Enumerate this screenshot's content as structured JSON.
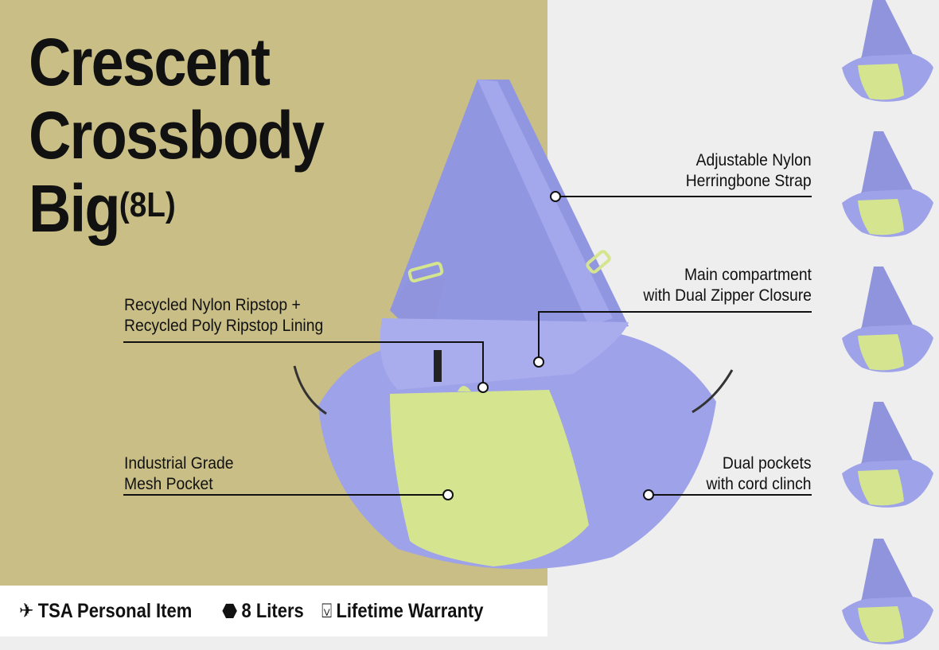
{
  "title": {
    "line1": "Crescent",
    "line2": "Crossbody",
    "line3": "Big",
    "capacity": "(8L)"
  },
  "callouts": {
    "strap": [
      "Adjustable Nylon",
      "Herringbone Strap"
    ],
    "material": [
      "Recycled Nylon Ripstop +",
      "Recycled Poly Ripstop Lining"
    ],
    "compartment": [
      "Main compartment",
      "with Dual Zipper Closure"
    ],
    "mesh": [
      "Industrial Grade",
      "Mesh Pocket"
    ],
    "pockets": [
      "Dual pockets",
      "with cord clinch"
    ]
  },
  "features": [
    {
      "icon": "airplane-icon",
      "label": "TSA Personal Item"
    },
    {
      "icon": "droplet-icon",
      "label": "8 Liters"
    },
    {
      "icon": "ribbon-badge-icon",
      "label": "Lifetime Warranty"
    }
  ],
  "colors": {
    "left_bg": "#c9bf86",
    "right_bg": "#eeeeee",
    "bag": "#9b9fe6",
    "mesh": "#d5e58f"
  }
}
